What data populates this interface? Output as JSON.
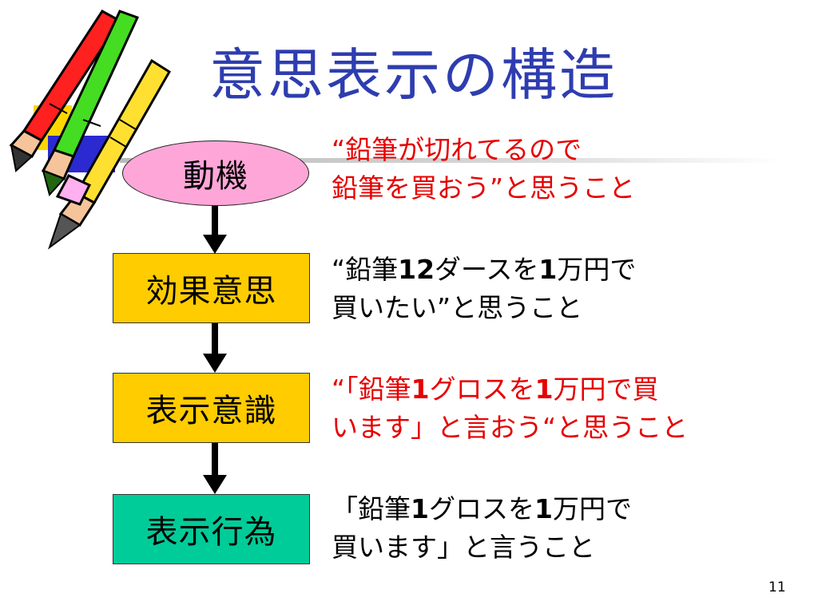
{
  "title": "意思表示の構造",
  "page_number": "11",
  "icons": {
    "decoration": "pencils-icon"
  },
  "colors": {
    "title": "#2e3daf",
    "motive_box": "#ffa6d8",
    "intent_boxes": "#ffcc00",
    "act_box": "#00cc99",
    "highlight_text": "#e60000"
  },
  "nodes": [
    {
      "label": "動機"
    },
    {
      "label": "効果意思"
    },
    {
      "label": "表示意識"
    },
    {
      "label": "表示行為"
    }
  ],
  "descriptions": {
    "motive": {
      "line1": "“鉛筆が切れてるので",
      "line2": "鉛筆を買おう”と思うこと"
    },
    "effect": {
      "line1_a": "“鉛筆",
      "line1_num1": "12",
      "line1_b": "ダースを",
      "line1_num2": "1",
      "line1_c": "万円で",
      "line2": "買いたい”と思うこと"
    },
    "expression_intent": {
      "line1_a": "“「鉛筆",
      "line1_num1": "1",
      "line1_b": "グロスを",
      "line1_num2": "1",
      "line1_c": "万円で買",
      "line2": "います」と言おう“と思うこと"
    },
    "expression_act": {
      "line1_a": "「鉛筆",
      "line1_num1": "1",
      "line1_b": "グロスを",
      "line1_num2": "1",
      "line1_c": "万円で",
      "line2": "買います」と言うこと"
    }
  }
}
